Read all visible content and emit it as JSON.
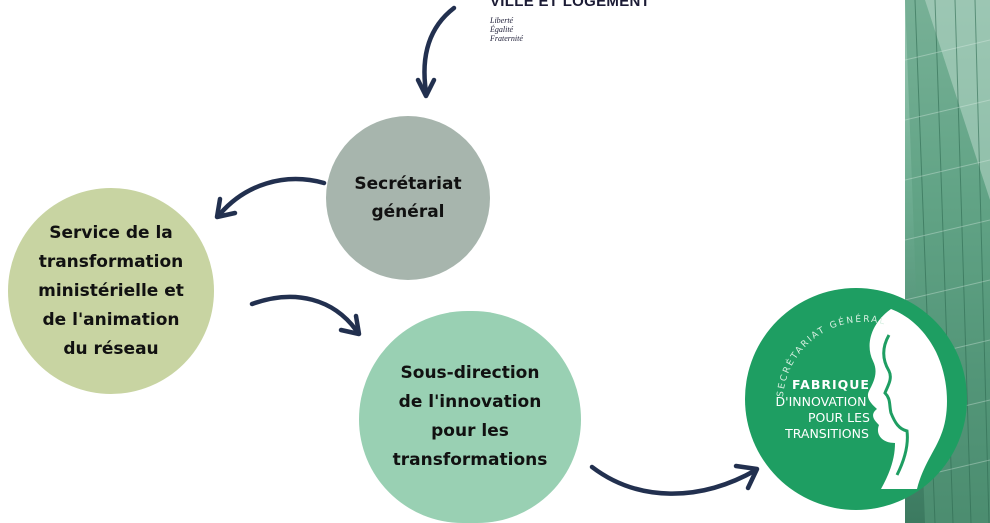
{
  "header": {
    "ministry_name": "VILLE ET LOGEMENT",
    "motto": [
      "Liberté",
      "Égalité",
      "Fraternité"
    ]
  },
  "nodes": {
    "secretariat": {
      "label": "Secrétariat\ngénéral",
      "color": "#a7b5ad"
    },
    "service": {
      "label": "Service de la\ntransformation\nministérielle et\nde l'animation\ndu réseau",
      "color": "#c8d4a2"
    },
    "sous_direction": {
      "label": "Sous-direction\nde l'innovation\npour les\ntransformations",
      "color": "#99d0b3"
    }
  },
  "fabrique_logo": {
    "ring_text": "SECRÉTARIAT GÉNÉRAL",
    "title": "FABRIQUE",
    "subtitle_lines": [
      "D'INNOVATION",
      "POUR LES",
      "TRANSITIONS"
    ],
    "color": "#1e9e62"
  },
  "arrow_color": "#22304f"
}
